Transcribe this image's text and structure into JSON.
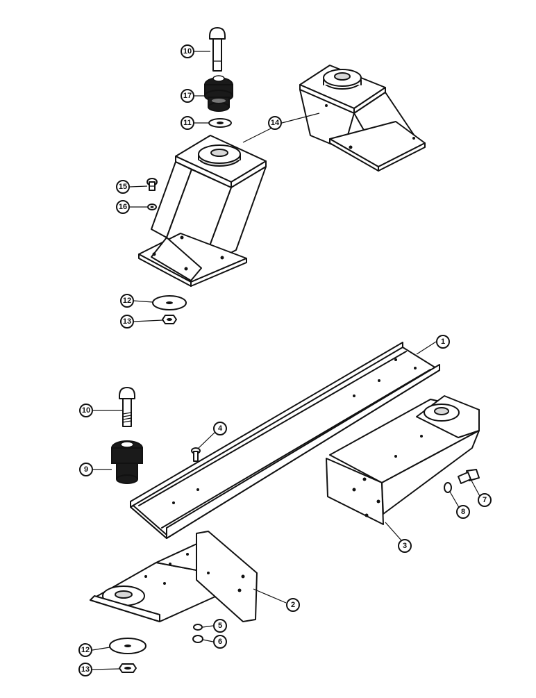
{
  "callouts": {
    "c10_top": "10",
    "c17": "17",
    "c11": "11",
    "c14": "14",
    "c15": "15",
    "c16": "16",
    "c12_top": "12",
    "c13_top": "13",
    "c1": "1",
    "c10_mid": "10",
    "c4": "4",
    "c9": "9",
    "c7": "7",
    "c8": "8",
    "c3": "3",
    "c2": "2",
    "c5": "5",
    "c6": "6",
    "c12_bot": "12",
    "c13_bot": "13"
  }
}
